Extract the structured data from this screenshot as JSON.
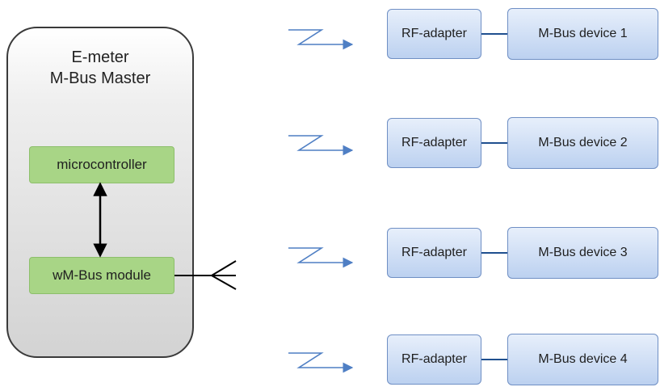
{
  "master": {
    "title_line1": "E-meter",
    "title_line2": "M-Bus Master",
    "microcontroller": "microcontroller",
    "wmbus_module": "wM-Bus module"
  },
  "rows": [
    {
      "adapter": "RF-adapter",
      "device": "M-Bus device 1"
    },
    {
      "adapter": "RF-adapter",
      "device": "M-Bus device 2"
    },
    {
      "adapter": "RF-adapter",
      "device": "M-Bus device 3"
    },
    {
      "adapter": "RF-adapter",
      "device": "M-Bus device 4"
    }
  ],
  "colors": {
    "module_fill": "#a8d586",
    "box_fill": "#bcd1f0",
    "radio_arrow": "#4f7fc4",
    "connector": "#1f4f8f"
  }
}
